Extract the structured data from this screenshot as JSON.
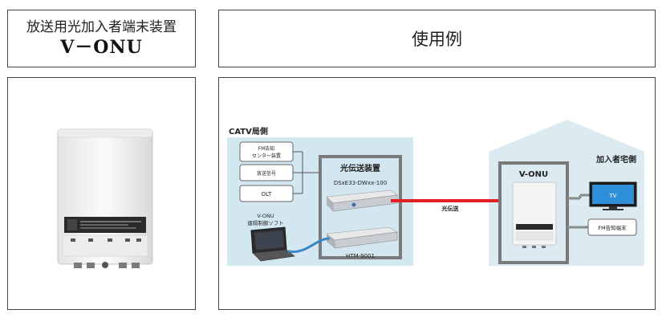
{
  "product": {
    "title_line1": "放送用光加入者端末装置",
    "title_line2": "V－ONU"
  },
  "usage": {
    "heading": "使用例"
  },
  "diagram": {
    "catv_label": "CATV局側",
    "fm_center_line1": "FM告知",
    "fm_center_line2": "センター装置",
    "broadcast_signal": "放送信号",
    "olt": "OLT",
    "hikari_title": "光伝送装置",
    "dse_model": "DSxE33-DWxx-100",
    "htm_model": "HTM-9001",
    "remote_line1": "V-ONU",
    "remote_line2": "遠隔制御ソフト",
    "optical_transmission": "光伝送",
    "subscriber_label": "加入者宅側",
    "vonu_label": "V-ONU",
    "tv": "TV",
    "fm_terminal": "FM告知端末"
  },
  "colors": {
    "station_bg": "#d3e7f0",
    "house_bg": "#dcebf2",
    "fiber_red": "#e31e24",
    "cable_blue": "#3a86c8",
    "frame_gray": "#7a7a7a"
  }
}
